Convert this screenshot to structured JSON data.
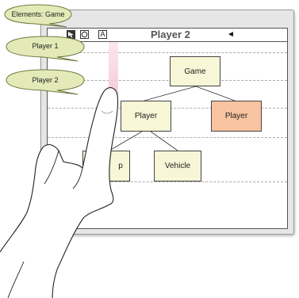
{
  "bubbles": {
    "elements": "Elements: Game",
    "player1": "Player 1",
    "player2": "Player 2"
  },
  "toolbar": {
    "title": "Player 2",
    "tool_text": "A",
    "back_glyph": "◄"
  },
  "tree": {
    "root": "Game",
    "left_child": "Player",
    "right_child": "Player",
    "grandchild_left": "p",
    "grandchild_right": "Vehicle"
  },
  "colors": {
    "node_fill": "#f7f6d6",
    "selected_fill": "#f8c3a1",
    "bubble_fill": "#e3eab8"
  },
  "icons": [
    "select-arrow-icon",
    "circle-tool-icon",
    "text-tool-icon",
    "back-arrow-icon"
  ]
}
